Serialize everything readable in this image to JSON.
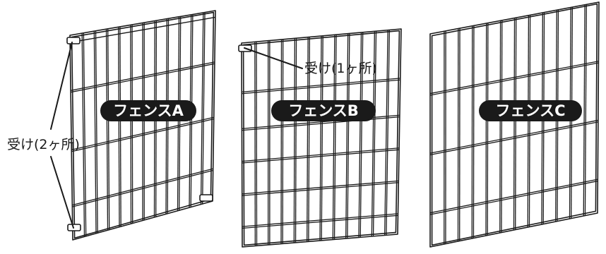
{
  "fences": [
    {
      "label": "フェンスA"
    },
    {
      "label": "フェンスB"
    },
    {
      "label": "フェンスC"
    }
  ],
  "callouts": {
    "two_hooks": "受け(2ヶ所)",
    "one_hook": "受け(1ヶ所)"
  },
  "colors": {
    "line": "#1a1a1a",
    "label_bg": "#1a1a1a",
    "label_text": "#ffffff",
    "background": "#ffffff"
  }
}
